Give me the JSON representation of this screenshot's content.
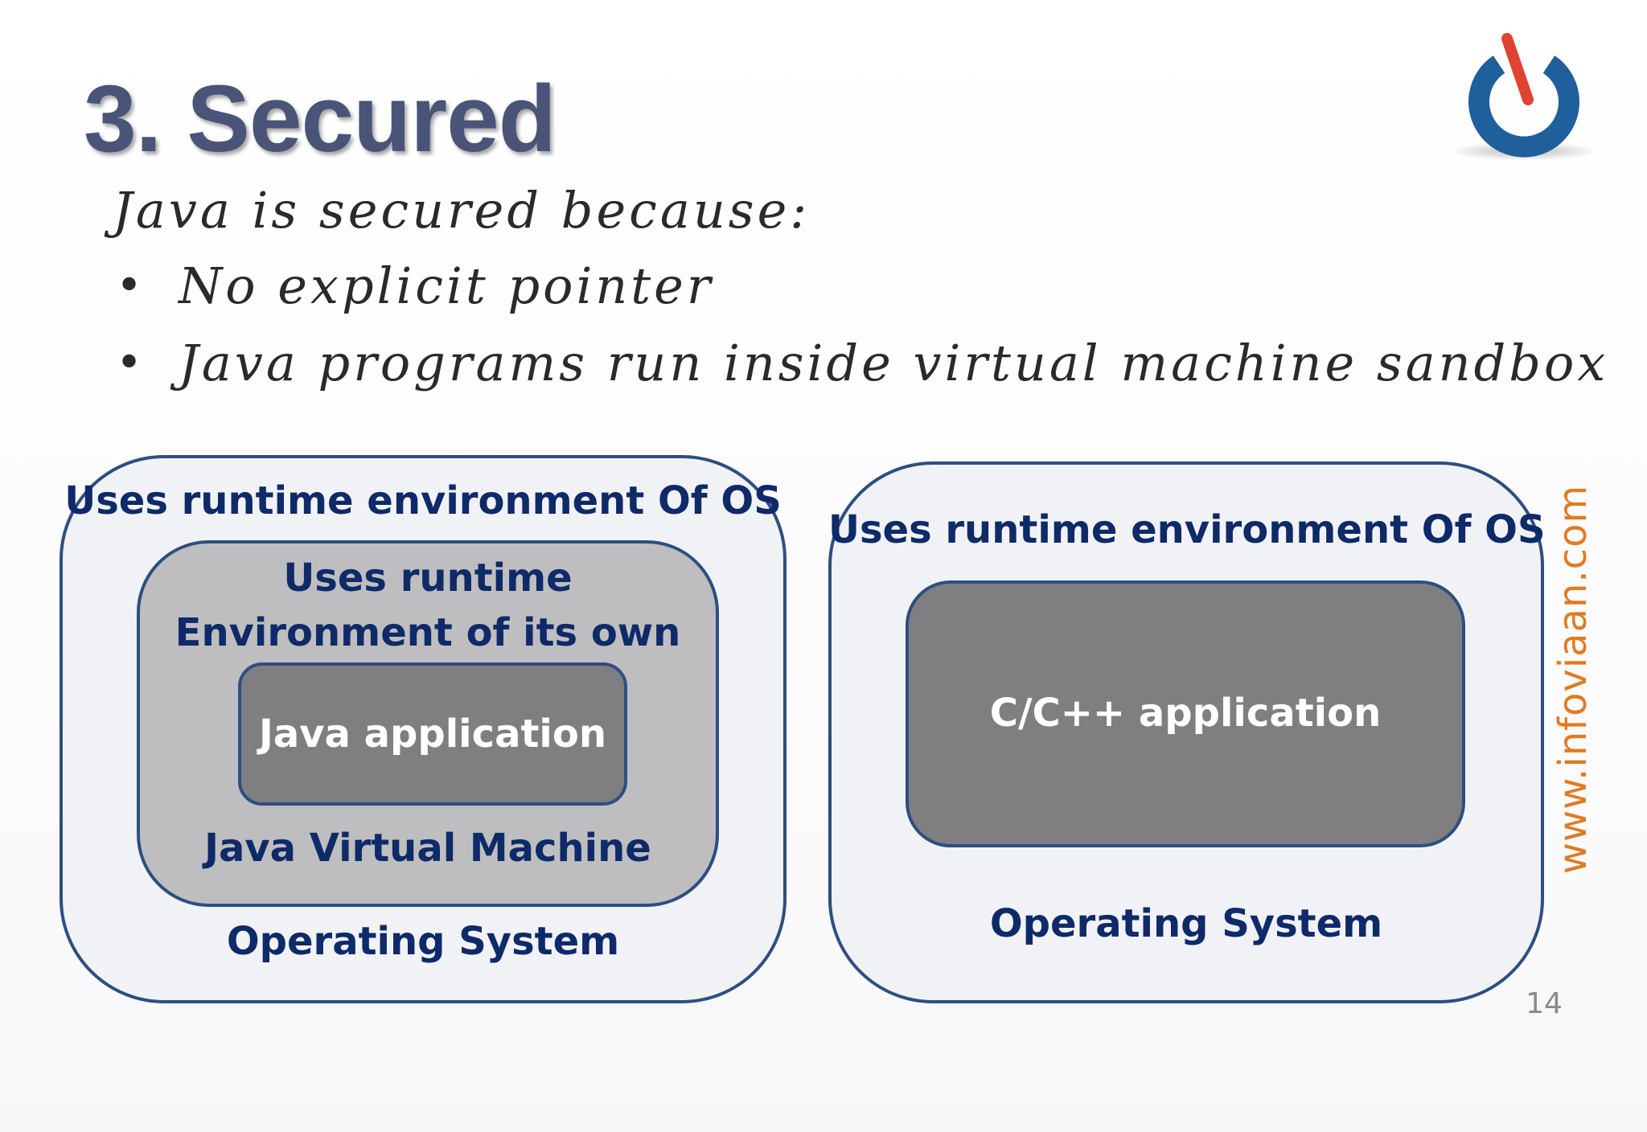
{
  "slide": {
    "title": "3. Secured",
    "intro": "Java is secured because:",
    "bullets": [
      "No explicit pointer",
      "Java programs run inside virtual machine sandbox"
    ],
    "website": "www.infoviaan.com",
    "page_number": "14"
  },
  "diagram": {
    "java": {
      "outer_label": "Uses runtime environment Of OS",
      "middle_label_line1": "Uses runtime",
      "middle_label_line2": "Environment of its own",
      "inner_label": "Java application",
      "jvm_label": "Java Virtual Machine",
      "os_label": "Operating System"
    },
    "native": {
      "outer_label": "Uses runtime environment Of OS",
      "inner_label": "C/C++ application",
      "os_label": "Operating System"
    }
  },
  "colors": {
    "title": "#4a5478",
    "box_border": "#2f4e80",
    "label_text": "#0f2a68",
    "outer_fill": "#f1f2f6",
    "middle_fill": "#bebec0",
    "inner_fill": "#7f7f81",
    "website": "#e07b22",
    "logo_blue": "#1f5f9c",
    "logo_red": "#e0432f"
  },
  "icons": {
    "logo": "power-button-logo-icon"
  }
}
